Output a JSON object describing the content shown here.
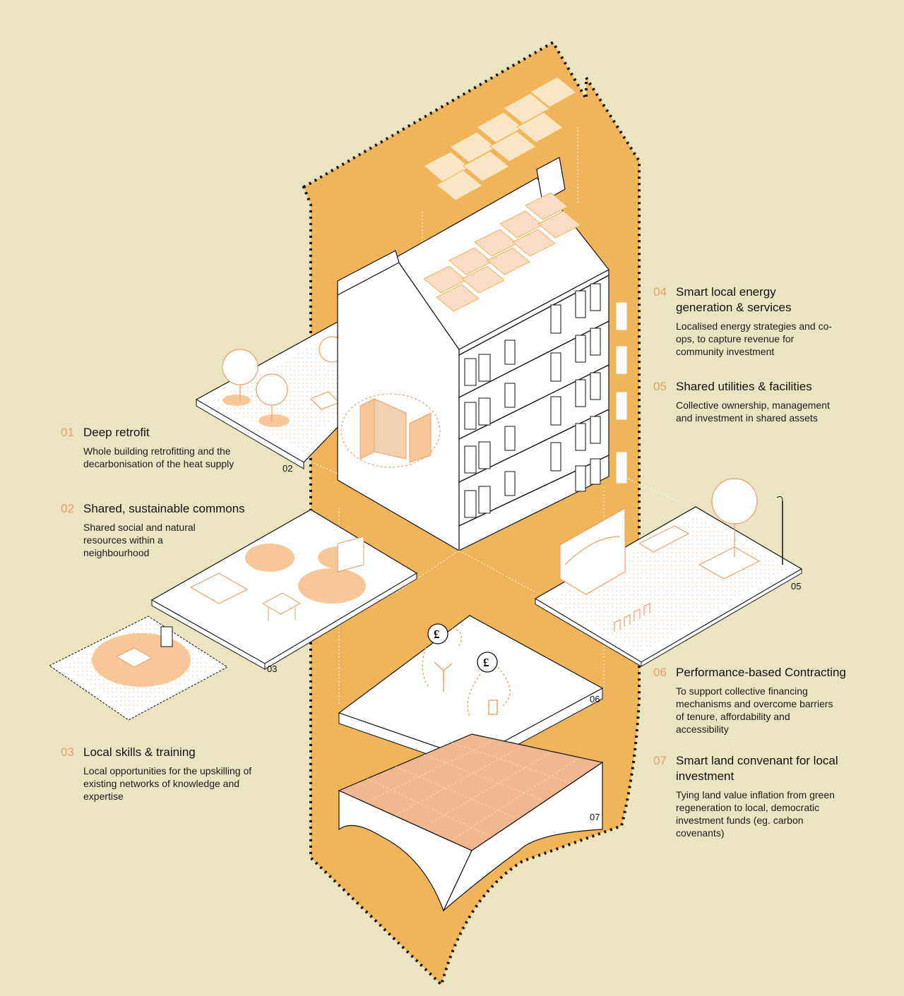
{
  "items": [
    {
      "num": "01",
      "title": "Deep retrofit",
      "desc": "Whole building retrofitting and the decarbonisation of the heat supply"
    },
    {
      "num": "02",
      "title": "Shared, sustainable commons",
      "desc": "Shared social and natural resources within a neighbourhood"
    },
    {
      "num": "03",
      "title": "Local skills & training",
      "desc": "Local opportunities for the upskilling of existing networks of knowledge and expertise"
    },
    {
      "num": "04",
      "title": "Smart local energy generation & services",
      "desc": "Localised energy strategies and co-ops, to capture revenue for community investment"
    },
    {
      "num": "05",
      "title": "Shared utilities & facilities",
      "desc": "Collective ownership, management and investment in shared assets"
    },
    {
      "num": "06",
      "title": "Performance-based Contracting",
      "desc": "To support collective financing mechanisms and overcome barriers of tenure, affordability and accessibility"
    },
    {
      "num": "07",
      "title": "Smart land convenant for local investment",
      "desc": "Tying land value inflation from green regeneration to local, democratic investment funds (eg. carbon covenants)"
    }
  ],
  "tags": {
    "t02": "02",
    "t03": "03",
    "t05": "05",
    "t06": "06",
    "t07": "07"
  },
  "currency_symbol": "£",
  "colors": {
    "background": "#ebe4c1",
    "accent": "#f0b55a",
    "highlight": "#f7c79a",
    "number": "#e8a06b"
  }
}
